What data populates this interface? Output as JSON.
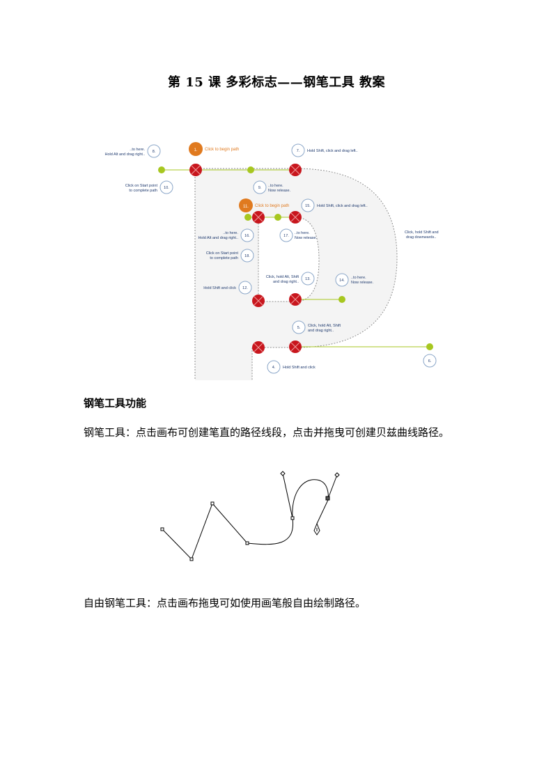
{
  "title": "第 15 课  多彩标志——钢笔工具 教案",
  "diagram": {
    "colors": {
      "red_anchor": "#c8161d",
      "green_anchor": "#a7c720",
      "orange_step": "#e07a1f",
      "label_blue": "#1f3a6e",
      "bubble_border": "#8aa6c8",
      "letter_fill": "#f4f4f4"
    },
    "steps": {
      "s1": {
        "num": "1.",
        "text": "Click to begin path"
      },
      "s4": {
        "num": "4.",
        "text": "Hold Shift and click"
      },
      "s5": {
        "num": "5.",
        "line1": "Click, hold Alt, Shift",
        "line2": "and drag right.."
      },
      "s6": {
        "num": "6."
      },
      "s7": {
        "num": "7.",
        "text": "Hold Shift, click and drag left.."
      },
      "s8": {
        "num": "8.",
        "line1": "..to here.",
        "line2": "Hold Alt and drag right.."
      },
      "s9": {
        "num": "9.",
        "line1": "..to here.",
        "line2": "Now release."
      },
      "s10": {
        "num": "10.",
        "line1": "Click on Start point",
        "line2": "to complete path"
      },
      "s11": {
        "num": "11.",
        "text": "Click to begin path"
      },
      "s12": {
        "num": "12.",
        "text": "Hold Shift and click"
      },
      "s13": {
        "num": "13.",
        "line1": "Click, hold Alt, Shift",
        "line2": "and drag right.."
      },
      "s14": {
        "num": "14.",
        "line1": "..to here.",
        "line2": "Now release."
      },
      "s15": {
        "num": "15.",
        "text": "Hold Shift, click and drag left.."
      },
      "s16": {
        "num": "16.",
        "line1": "..to here.",
        "line2": "Hold Alt and drag right.."
      },
      "s17": {
        "num": "17.",
        "line1": "..to here.",
        "line2": "Now release."
      },
      "s18": {
        "num": "18.",
        "line1": "Click on Start point",
        "line2": "to complete path"
      },
      "outer": {
        "line1": "Click, hold Shift and",
        "line2": "drag downwards.."
      }
    }
  },
  "section_heading": "钢笔工具功能",
  "para1": "钢笔工具：点击画布可创建笔直的路径线段，点击并拖曳可创建贝兹曲线路径。",
  "para2": "自由钢笔工具：点击画布拖曳可如使用画笔般自由绘制路径。",
  "pen_figure": {
    "tool_icon": "pen-tool-icon"
  }
}
